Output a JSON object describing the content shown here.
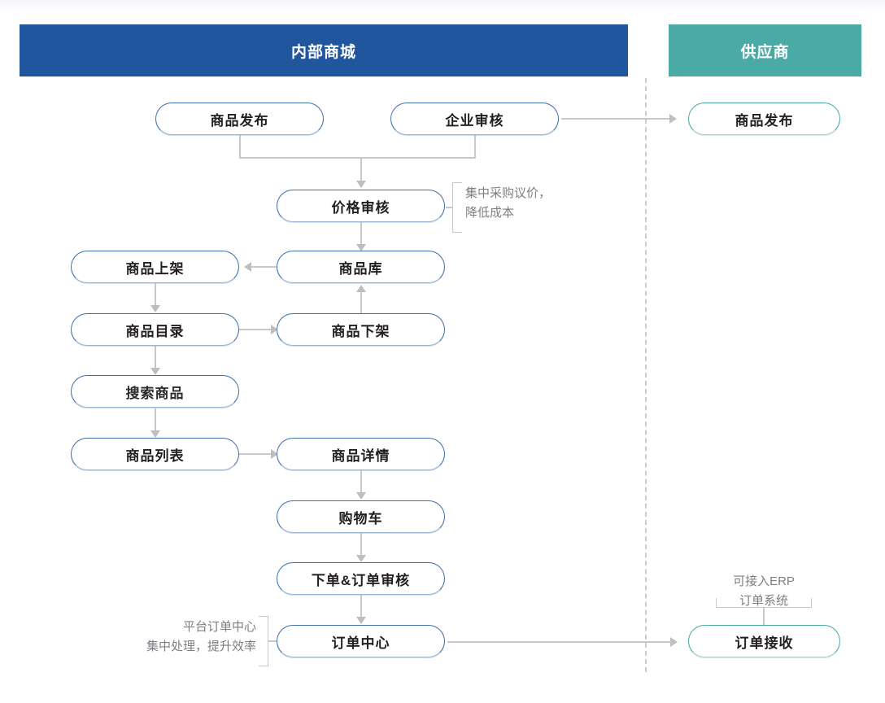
{
  "diagram": {
    "title_internal": "内部商城",
    "title_supplier": "供应商",
    "colors": {
      "internal_header": "#1f569e",
      "supplier_header": "#4aaaa5",
      "node_border_blue": "#3f70ab",
      "node_border_teal": "#4aaaa5",
      "connector": "#c6c8ca",
      "note_text": "#7d7f84"
    }
  },
  "lanes": [
    {
      "id": "internal",
      "label": "内部商城"
    },
    {
      "id": "supplier",
      "label": "供应商"
    }
  ],
  "nodes": [
    {
      "id": "goods-publish",
      "label": "商品发布",
      "lane": "internal"
    },
    {
      "id": "enterprise-review",
      "label": "企业审核",
      "lane": "internal"
    },
    {
      "id": "supplier-publish",
      "label": "商品发布",
      "lane": "supplier"
    },
    {
      "id": "price-review",
      "label": "价格审核",
      "lane": "internal"
    },
    {
      "id": "goods-library",
      "label": "商品库",
      "lane": "internal"
    },
    {
      "id": "goods-onshelf",
      "label": "商品上架",
      "lane": "internal"
    },
    {
      "id": "goods-offshelf",
      "label": "商品下架",
      "lane": "internal"
    },
    {
      "id": "goods-catalog",
      "label": "商品目录",
      "lane": "internal"
    },
    {
      "id": "goods-search",
      "label": "搜索商品",
      "lane": "internal"
    },
    {
      "id": "goods-list",
      "label": "商品列表",
      "lane": "internal"
    },
    {
      "id": "goods-detail",
      "label": "商品详情",
      "lane": "internal"
    },
    {
      "id": "shopping-cart",
      "label": "购物车",
      "lane": "internal"
    },
    {
      "id": "place-order-review",
      "label": "下单&订单审核",
      "lane": "internal"
    },
    {
      "id": "order-center",
      "label": "订单中心",
      "lane": "internal"
    },
    {
      "id": "order-receive",
      "label": "订单接收",
      "lane": "supplier"
    }
  ],
  "annotations": [
    {
      "id": "price-note",
      "text": "集中采购议价，\n降低成本",
      "attached_to": "price-review"
    },
    {
      "id": "order-note",
      "text": "平台订单中心\n集中处理，提升效率",
      "attached_to": "order-center"
    },
    {
      "id": "erp-note",
      "text": "可接入ERP\n订单系统",
      "attached_to": "order-receive"
    }
  ],
  "edges": [
    {
      "from": "goods-publish",
      "to": "price-review",
      "style": "elbow-merge"
    },
    {
      "from": "enterprise-review",
      "to": "price-review",
      "style": "elbow-merge"
    },
    {
      "from": "enterprise-review",
      "to": "supplier-publish",
      "style": "straight-right"
    },
    {
      "from": "price-review",
      "to": "goods-library",
      "style": "straight-down"
    },
    {
      "from": "goods-library",
      "to": "goods-onshelf",
      "style": "straight-left"
    },
    {
      "from": "goods-offshelf",
      "to": "goods-library",
      "style": "straight-up"
    },
    {
      "from": "goods-onshelf",
      "to": "goods-catalog",
      "style": "straight-down"
    },
    {
      "from": "goods-catalog",
      "to": "goods-offshelf",
      "style": "straight-right"
    },
    {
      "from": "goods-catalog",
      "to": "goods-search",
      "style": "straight-down"
    },
    {
      "from": "goods-search",
      "to": "goods-list",
      "style": "straight-down"
    },
    {
      "from": "goods-list",
      "to": "goods-detail",
      "style": "straight-right"
    },
    {
      "from": "goods-detail",
      "to": "shopping-cart",
      "style": "straight-down"
    },
    {
      "from": "shopping-cart",
      "to": "place-order-review",
      "style": "straight-down"
    },
    {
      "from": "place-order-review",
      "to": "order-center",
      "style": "straight-down"
    },
    {
      "from": "order-center",
      "to": "order-receive",
      "style": "straight-right"
    }
  ]
}
